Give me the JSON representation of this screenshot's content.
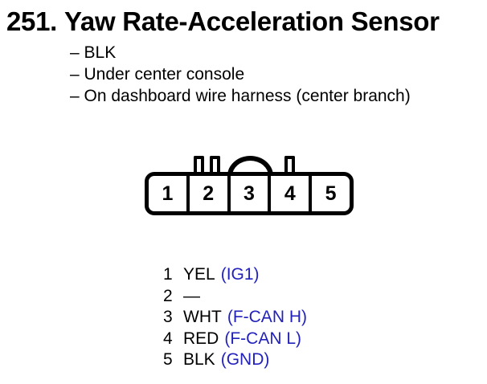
{
  "header": {
    "section_number": "251.",
    "title": "Yaw Rate-Acceleration Sensor"
  },
  "notes": [
    "– BLK",
    "– Under center console",
    "– On dashboard wire harness (center branch)"
  ],
  "connector": {
    "pins": [
      "1",
      "2",
      "3",
      "4",
      "5"
    ]
  },
  "pinout": [
    {
      "pin": "1",
      "wire": "YEL",
      "signal": "(IG1)"
    },
    {
      "pin": "2",
      "wire": "—",
      "signal": ""
    },
    {
      "pin": "3",
      "wire": "WHT",
      "signal": "(F-CAN H)"
    },
    {
      "pin": "4",
      "wire": "RED",
      "signal": "(F-CAN L)"
    },
    {
      "pin": "5",
      "wire": "BLK",
      "signal": "(GND)"
    }
  ],
  "colors": {
    "signal_blue": "#2222bb",
    "text": "#000000",
    "line": "#000000",
    "background": "#ffffff"
  }
}
